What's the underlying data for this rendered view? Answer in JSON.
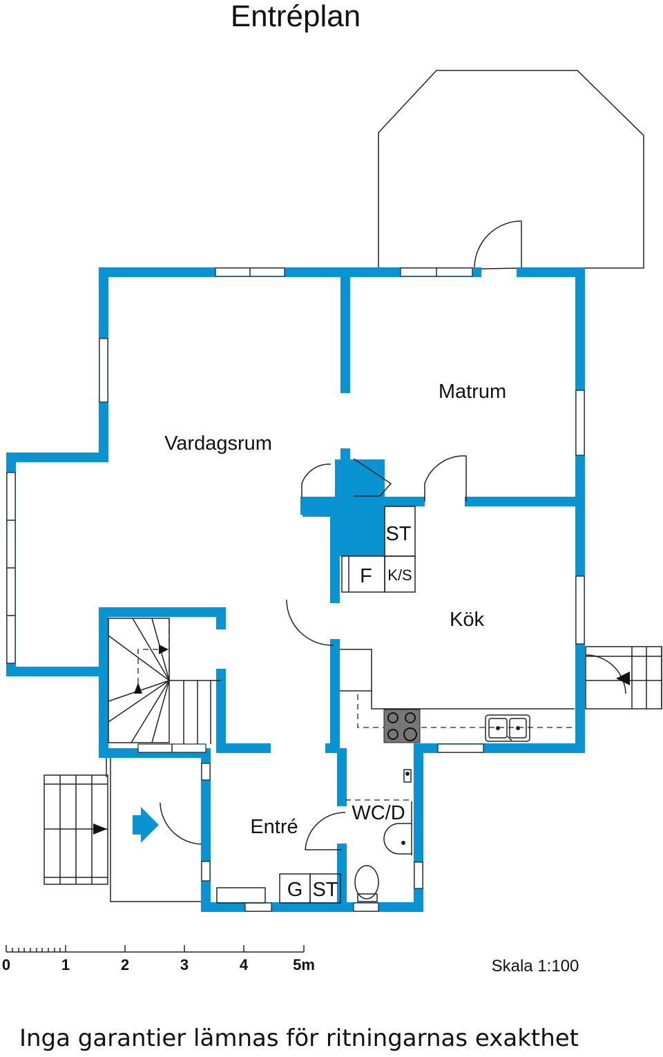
{
  "title": "Entréplan",
  "rooms": {
    "vardagsrum": "Vardagsrum",
    "matrum": "Matrum",
    "kok": "Kök",
    "entre": "Entré",
    "wcd": "WC/D"
  },
  "labels": {
    "st_upper": "ST",
    "f": "F",
    "ks": "K/S",
    "g": "G",
    "st_lower": "ST"
  },
  "scale": {
    "ticks": [
      "0",
      "1",
      "2",
      "3",
      "4",
      "5m"
    ],
    "label": "Skala 1:100"
  },
  "disclaimer": "Inga garantier lämnas för ritningarnas exakthet",
  "colors": {
    "wall": "#0a93d3",
    "line": "#222222",
    "background": "#ffffff"
  }
}
